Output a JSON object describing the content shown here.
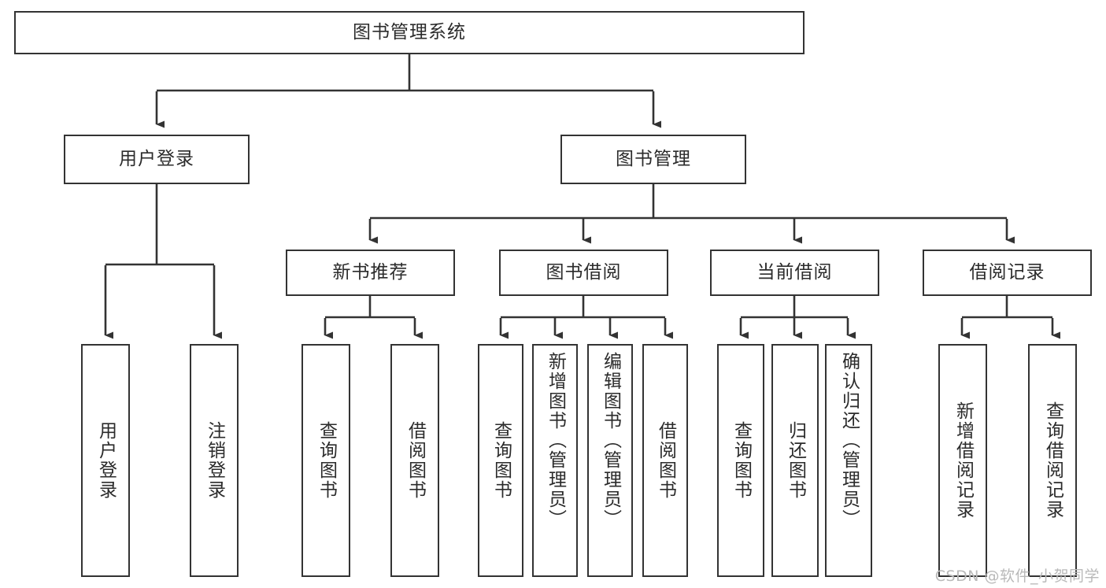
{
  "diagram": {
    "type": "tree-hierarchy",
    "title": "图书管理系统",
    "root": {
      "id": "root",
      "label": "图书管理系统"
    },
    "level2": [
      {
        "id": "user-login",
        "label": "用户登录"
      },
      {
        "id": "book-manage",
        "label": "图书管理"
      }
    ],
    "level3": [
      {
        "id": "new-book-rec",
        "label": "新书推荐"
      },
      {
        "id": "book-borrow",
        "label": "图书借阅"
      },
      {
        "id": "current-borrow",
        "label": "当前借阅"
      },
      {
        "id": "borrow-record",
        "label": "借阅记录"
      }
    ],
    "leaves": {
      "user_login": [
        {
          "id": "leaf-user-login",
          "label": "用户登录"
        },
        {
          "id": "leaf-logout-login",
          "label": "注销登录"
        }
      ],
      "new_book_rec": [
        {
          "id": "leaf-query-book-1",
          "label": "查询图书"
        },
        {
          "id": "leaf-borrow-book-1",
          "label": "借阅图书"
        }
      ],
      "book_borrow": [
        {
          "id": "leaf-query-book-2",
          "label": "查询图书"
        },
        {
          "id": "leaf-add-book",
          "label": "新增图书（管理员）"
        },
        {
          "id": "leaf-edit-book",
          "label": "编辑图书（管理员）"
        },
        {
          "id": "leaf-borrow-book-2",
          "label": "借阅图书"
        }
      ],
      "current_borrow": [
        {
          "id": "leaf-query-book-3",
          "label": "查询图书"
        },
        {
          "id": "leaf-return-book",
          "label": "归还图书"
        },
        {
          "id": "leaf-confirm-return",
          "label": "确认归还（管理员）"
        }
      ],
      "borrow_record": [
        {
          "id": "leaf-add-record",
          "label": "新增借阅记录"
        },
        {
          "id": "leaf-query-record",
          "label": "查询借阅记录"
        }
      ]
    }
  },
  "watermark": {
    "text": "CSDN @软件_小贺同学"
  },
  "colors": {
    "border": "#333333",
    "text": "#2b2b2b",
    "background": "#ffffff",
    "watermark": "#b9b9b9"
  }
}
